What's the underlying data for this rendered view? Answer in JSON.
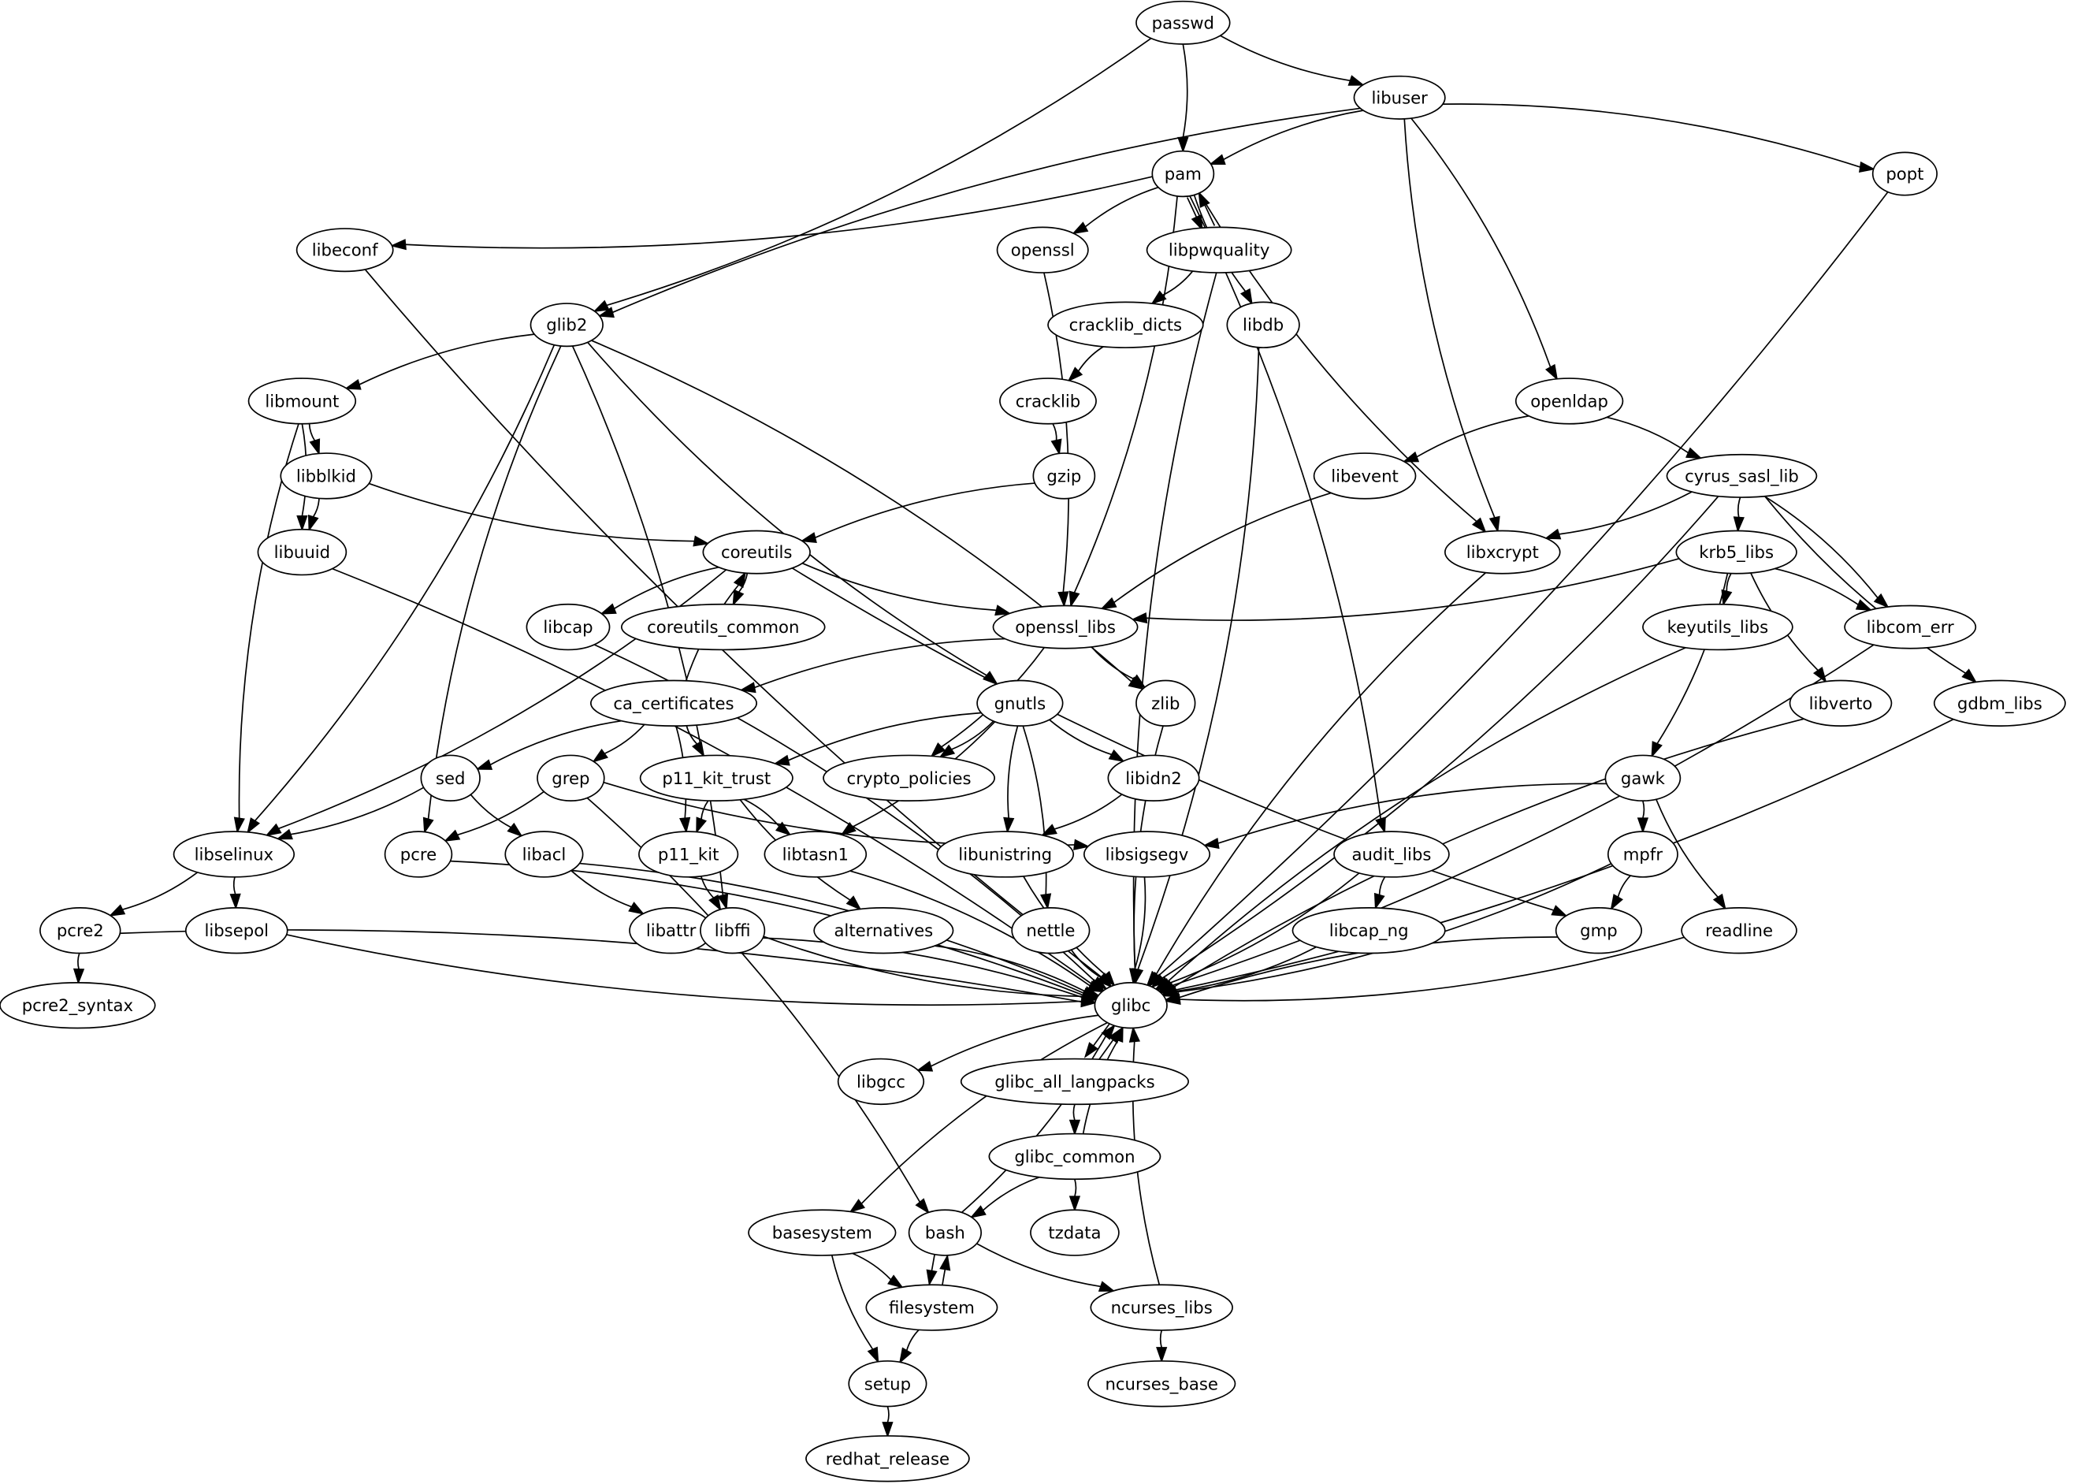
{
  "graph": {
    "type": "directed-dependency-graph",
    "nodes": [
      {
        "id": "passwd",
        "label": "passwd"
      },
      {
        "id": "libuser",
        "label": "libuser"
      },
      {
        "id": "pam",
        "label": "pam"
      },
      {
        "id": "popt",
        "label": "popt"
      },
      {
        "id": "libeconf",
        "label": "libeconf"
      },
      {
        "id": "openssl",
        "label": "openssl"
      },
      {
        "id": "libpwquality",
        "label": "libpwquality"
      },
      {
        "id": "glib2",
        "label": "glib2"
      },
      {
        "id": "cracklib_dicts",
        "label": "cracklib_dicts"
      },
      {
        "id": "libdb",
        "label": "libdb"
      },
      {
        "id": "libmount",
        "label": "libmount"
      },
      {
        "id": "cracklib",
        "label": "cracklib"
      },
      {
        "id": "openldap",
        "label": "openldap"
      },
      {
        "id": "libblkid",
        "label": "libblkid"
      },
      {
        "id": "gzip",
        "label": "gzip"
      },
      {
        "id": "libevent",
        "label": "libevent"
      },
      {
        "id": "cyrus_sasl_lib",
        "label": "cyrus_sasl_lib"
      },
      {
        "id": "libuuid",
        "label": "libuuid"
      },
      {
        "id": "coreutils",
        "label": "coreutils"
      },
      {
        "id": "libxcrypt",
        "label": "libxcrypt"
      },
      {
        "id": "krb5_libs",
        "label": "krb5_libs"
      },
      {
        "id": "libcap",
        "label": "libcap"
      },
      {
        "id": "coreutils_common",
        "label": "coreutils_common"
      },
      {
        "id": "openssl_libs",
        "label": "openssl_libs"
      },
      {
        "id": "keyutils_libs",
        "label": "keyutils_libs"
      },
      {
        "id": "libcom_err",
        "label": "libcom_err"
      },
      {
        "id": "ca_certificates",
        "label": "ca_certificates"
      },
      {
        "id": "gnutls",
        "label": "gnutls"
      },
      {
        "id": "zlib",
        "label": "zlib"
      },
      {
        "id": "libverto",
        "label": "libverto"
      },
      {
        "id": "gdbm_libs",
        "label": "gdbm_libs"
      },
      {
        "id": "sed",
        "label": "sed"
      },
      {
        "id": "grep",
        "label": "grep"
      },
      {
        "id": "p11_kit_trust",
        "label": "p11_kit_trust"
      },
      {
        "id": "crypto_policies",
        "label": "crypto_policies"
      },
      {
        "id": "libidn2",
        "label": "libidn2"
      },
      {
        "id": "gawk",
        "label": "gawk"
      },
      {
        "id": "libselinux",
        "label": "libselinux"
      },
      {
        "id": "pcre",
        "label": "pcre"
      },
      {
        "id": "libacl",
        "label": "libacl"
      },
      {
        "id": "p11_kit",
        "label": "p11_kit"
      },
      {
        "id": "libtasn1",
        "label": "libtasn1"
      },
      {
        "id": "libunistring",
        "label": "libunistring"
      },
      {
        "id": "libsigsegv",
        "label": "libsigsegv"
      },
      {
        "id": "audit_libs",
        "label": "audit_libs"
      },
      {
        "id": "mpfr",
        "label": "mpfr"
      },
      {
        "id": "pcre2",
        "label": "pcre2"
      },
      {
        "id": "libsepol",
        "label": "libsepol"
      },
      {
        "id": "libattr",
        "label": "libattr"
      },
      {
        "id": "libffi",
        "label": "libffi"
      },
      {
        "id": "alternatives",
        "label": "alternatives"
      },
      {
        "id": "nettle",
        "label": "nettle"
      },
      {
        "id": "libcap_ng",
        "label": "libcap_ng"
      },
      {
        "id": "gmp",
        "label": "gmp"
      },
      {
        "id": "readline",
        "label": "readline"
      },
      {
        "id": "glibc",
        "label": "glibc"
      },
      {
        "id": "pcre2_syntax",
        "label": "pcre2_syntax"
      },
      {
        "id": "libgcc",
        "label": "libgcc"
      },
      {
        "id": "glibc_all_langpacks",
        "label": "glibc_all_langpacks"
      },
      {
        "id": "glibc_common",
        "label": "glibc_common"
      },
      {
        "id": "basesystem",
        "label": "basesystem"
      },
      {
        "id": "bash",
        "label": "bash"
      },
      {
        "id": "tzdata",
        "label": "tzdata"
      },
      {
        "id": "filesystem",
        "label": "filesystem"
      },
      {
        "id": "ncurses_libs",
        "label": "ncurses_libs"
      },
      {
        "id": "setup",
        "label": "setup"
      },
      {
        "id": "ncurses_base",
        "label": "ncurses_base"
      },
      {
        "id": "redhat_release",
        "label": "redhat_release"
      }
    ],
    "edges": [
      [
        "passwd",
        "pam"
      ],
      [
        "passwd",
        "libuser"
      ],
      [
        "passwd",
        "glib2"
      ],
      [
        "libuser",
        "pam"
      ],
      [
        "libuser",
        "popt"
      ],
      [
        "libuser",
        "glib2"
      ],
      [
        "libuser",
        "openldap"
      ],
      [
        "libuser",
        "libxcrypt"
      ],
      [
        "pam",
        "libeconf"
      ],
      [
        "pam",
        "openssl"
      ],
      [
        "pam",
        "libpwquality"
      ],
      [
        "pam",
        "libdb"
      ],
      [
        "pam",
        "openssl_libs"
      ],
      [
        "pam",
        "libxcrypt"
      ],
      [
        "pam",
        "audit_libs"
      ],
      [
        "libpwquality",
        "pam"
      ],
      [
        "libpwquality",
        "cracklib_dicts"
      ],
      [
        "libpwquality",
        "glibc"
      ],
      [
        "popt",
        "glibc"
      ],
      [
        "libeconf",
        "glibc"
      ],
      [
        "openssl",
        "openssl_libs"
      ],
      [
        "cracklib_dicts",
        "cracklib"
      ],
      [
        "cracklib",
        "gzip"
      ],
      [
        "gzip",
        "coreutils"
      ],
      [
        "libdb",
        "glibc"
      ],
      [
        "glib2",
        "libmount"
      ],
      [
        "glib2",
        "libselinux"
      ],
      [
        "glib2",
        "pcre"
      ],
      [
        "glib2",
        "libffi"
      ],
      [
        "glib2",
        "gnutls"
      ],
      [
        "glib2",
        "zlib"
      ],
      [
        "libmount",
        "libblkid"
      ],
      [
        "libmount",
        "libuuid"
      ],
      [
        "libmount",
        "libselinux"
      ],
      [
        "libblkid",
        "libuuid"
      ],
      [
        "libblkid",
        "coreutils"
      ],
      [
        "libuuid",
        "glibc"
      ],
      [
        "openldap",
        "libevent"
      ],
      [
        "openldap",
        "cyrus_sasl_lib"
      ],
      [
        "libevent",
        "openssl_libs"
      ],
      [
        "cyrus_sasl_lib",
        "libxcrypt"
      ],
      [
        "cyrus_sasl_lib",
        "krb5_libs"
      ],
      [
        "cyrus_sasl_lib",
        "libcom_err"
      ],
      [
        "cyrus_sasl_lib",
        "gdbm_libs"
      ],
      [
        "cyrus_sasl_lib",
        "glibc"
      ],
      [
        "libxcrypt",
        "glibc"
      ],
      [
        "krb5_libs",
        "openssl_libs"
      ],
      [
        "krb5_libs",
        "keyutils_libs"
      ],
      [
        "krb5_libs",
        "libcom_err"
      ],
      [
        "krb5_libs",
        "libverto"
      ],
      [
        "krb5_libs",
        "gawk"
      ],
      [
        "coreutils",
        "libcap"
      ],
      [
        "coreutils",
        "coreutils_common"
      ],
      [
        "coreutils",
        "openssl_libs"
      ],
      [
        "coreutils",
        "libselinux"
      ],
      [
        "coreutils",
        "gmp"
      ],
      [
        "ca_certificates",
        "coreutils"
      ],
      [
        "ca_certificates",
        "sed"
      ],
      [
        "ca_certificates",
        "grep"
      ],
      [
        "ca_certificates",
        "p11_kit_trust"
      ],
      [
        "ca_certificates",
        "p11_kit"
      ],
      [
        "openssl_libs",
        "ca_certificates"
      ],
      [
        "openssl_libs",
        "crypto_policies"
      ],
      [
        "openssl_libs",
        "zlib"
      ],
      [
        "libcap",
        "glibc"
      ],
      [
        "keyutils_libs",
        "glibc"
      ],
      [
        "libcom_err",
        "glibc"
      ],
      [
        "libverto",
        "glibc"
      ],
      [
        "gdbm_libs",
        "glibc"
      ],
      [
        "gnutls",
        "p11_kit_trust"
      ],
      [
        "gnutls",
        "crypto_policies"
      ],
      [
        "gnutls",
        "libidn2"
      ],
      [
        "gnutls",
        "libtasn1"
      ],
      [
        "gnutls",
        "libunistring"
      ],
      [
        "gnutls",
        "nettle"
      ],
      [
        "zlib",
        "glibc"
      ],
      [
        "sed",
        "libselinux"
      ],
      [
        "sed",
        "libacl"
      ],
      [
        "grep",
        "pcre"
      ],
      [
        "grep",
        "libsigsegv"
      ],
      [
        "grep",
        "bash"
      ],
      [
        "p11_kit_trust",
        "p11_kit"
      ],
      [
        "p11_kit_trust",
        "libtasn1"
      ],
      [
        "p11_kit_trust",
        "alternatives"
      ],
      [
        "libidn2",
        "libunistring"
      ],
      [
        "gawk",
        "libsigsegv"
      ],
      [
        "gawk",
        "mpfr"
      ],
      [
        "gawk",
        "readline"
      ],
      [
        "libselinux",
        "pcre2"
      ],
      [
        "libselinux",
        "libsepol"
      ],
      [
        "pcre",
        "glibc"
      ],
      [
        "libacl",
        "libattr"
      ],
      [
        "libacl",
        "glibc"
      ],
      [
        "p11_kit",
        "libffi"
      ],
      [
        "libtasn1",
        "glibc"
      ],
      [
        "libunistring",
        "glibc"
      ],
      [
        "libsigsegv",
        "glibc"
      ],
      [
        "audit_libs",
        "libcap_ng"
      ],
      [
        "audit_libs",
        "glibc"
      ],
      [
        "mpfr",
        "gmp"
      ],
      [
        "mpfr",
        "glibc"
      ],
      [
        "pcre2",
        "pcre2_syntax"
      ],
      [
        "pcre2",
        "glibc"
      ],
      [
        "libsepol",
        "glibc"
      ],
      [
        "libattr",
        "glibc"
      ],
      [
        "libffi",
        "glibc"
      ],
      [
        "alternatives",
        "glibc"
      ],
      [
        "nettle",
        "glibc"
      ],
      [
        "libcap_ng",
        "glibc"
      ],
      [
        "gmp",
        "glibc"
      ],
      [
        "readline",
        "glibc"
      ],
      [
        "glibc",
        "libgcc"
      ],
      [
        "glibc",
        "glibc_all_langpacks"
      ],
      [
        "glibc",
        "basesystem"
      ],
      [
        "glibc_all_langpacks",
        "glibc"
      ],
      [
        "glibc_all_langpacks",
        "glibc_common"
      ],
      [
        "glibc_common",
        "glibc"
      ],
      [
        "glibc_common",
        "bash"
      ],
      [
        "glibc_common",
        "tzdata"
      ],
      [
        "bash",
        "glibc"
      ],
      [
        "bash",
        "filesystem"
      ],
      [
        "bash",
        "ncurses_libs"
      ],
      [
        "basesystem",
        "filesystem"
      ],
      [
        "basesystem",
        "setup"
      ],
      [
        "filesystem",
        "bash"
      ],
      [
        "filesystem",
        "setup"
      ],
      [
        "ncurses_libs",
        "glibc"
      ],
      [
        "ncurses_libs",
        "ncurses_base"
      ],
      [
        "setup",
        "redhat_release"
      ]
    ]
  }
}
